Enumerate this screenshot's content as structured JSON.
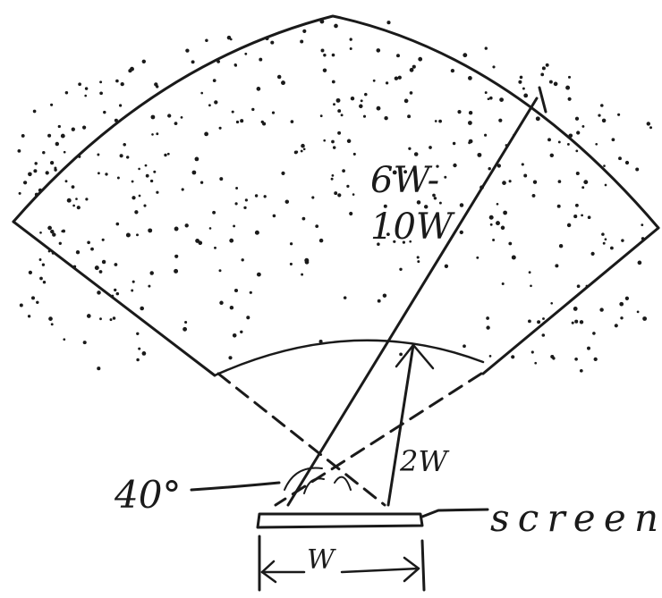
{
  "labels": {
    "far_distance_1": "6W-",
    "far_distance_2": "10W",
    "near_distance": "2W",
    "angle": "40°",
    "screen": "screen",
    "width": "W"
  },
  "colors": {
    "ink": "#1a1a1a",
    "background": "#ffffff"
  }
}
